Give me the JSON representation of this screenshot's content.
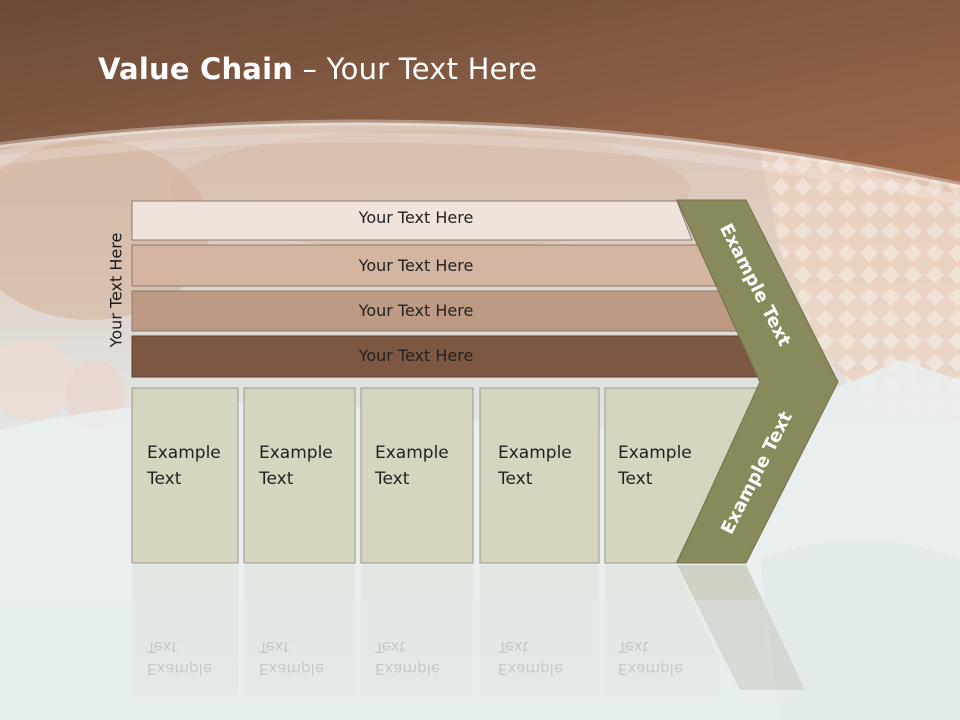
{
  "title": {
    "bold": "Value Chain",
    "rest": " – Your Text Here"
  },
  "side_label": "Your Text Here",
  "bands": [
    "Your Text Here",
    "Your Text Here",
    "Your Text Here",
    "Your Text Here"
  ],
  "boxes": [
    [
      "Example",
      "Text"
    ],
    [
      "Example",
      "Text"
    ],
    [
      "Example",
      "Text"
    ],
    [
      "Example",
      "Text"
    ],
    [
      "Example",
      "Text"
    ]
  ],
  "chevron_upper": "Example Text",
  "chevron_lower": "Example Text",
  "colors": {
    "header": "#7a5540",
    "band1": "#efe3dc",
    "band2": "#d3b5a2",
    "band3": "#bc9a83",
    "band4": "#7e5742",
    "box": "#d6d5c0",
    "chevron": "#888a5c"
  }
}
